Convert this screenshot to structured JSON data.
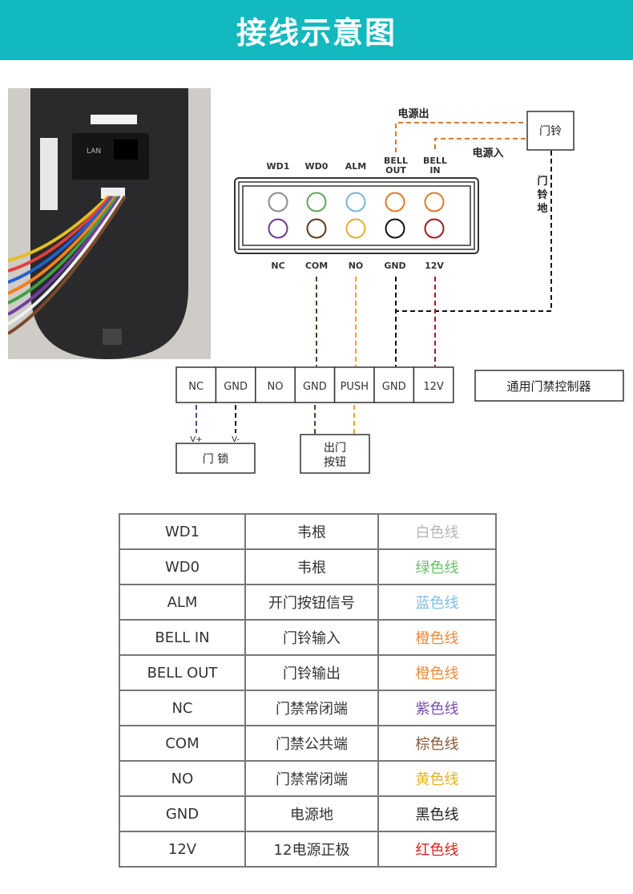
{
  "header": {
    "title": "接线示意图",
    "bg": "#12b9bf"
  },
  "photo": {
    "lan_label": "LAN"
  },
  "connector": {
    "top_labels": [
      "WD1",
      "WD0",
      "ALM",
      [
        "BELL",
        "OUT"
      ],
      [
        "BELL",
        "IN"
      ]
    ],
    "bottom_labels": [
      "NC",
      "COM",
      "NO",
      "GND",
      "12V"
    ],
    "top_colors": [
      "#8c8c8c",
      "#5fa75a",
      "#7ab4d6",
      "#e07b2b",
      "#e07b2b"
    ],
    "bottom_colors": [
      "#6a3b90",
      "#5a3a22",
      "#e0b030",
      "#111111",
      "#a01c22"
    ]
  },
  "bell": {
    "label": "门铃",
    "power_out": "电源出",
    "power_in": "电源入",
    "ground": [
      "门",
      "铃",
      "地"
    ]
  },
  "controller": {
    "terminals": [
      "NC",
      "GND",
      "NO",
      "GND",
      "PUSH",
      "GND",
      "12V"
    ],
    "label": "通用门禁控制器"
  },
  "lock": {
    "label": "门 锁",
    "v_plus": "V+",
    "v_minus": "V-"
  },
  "exit_button": {
    "label": [
      "出门",
      "按钮"
    ]
  },
  "table": {
    "rows": [
      {
        "pin": "WD1",
        "desc": "韦根",
        "color": "白色线",
        "hex": "#b5b5b5"
      },
      {
        "pin": "WD0",
        "desc": "韦根",
        "color": "绿色线",
        "hex": "#6cc06a"
      },
      {
        "pin": "ALM",
        "desc": "开门按钮信号",
        "color": "蓝色线",
        "hex": "#7ebfe6"
      },
      {
        "pin": "BELL IN",
        "desc": "门铃输入",
        "color": "橙色线",
        "hex": "#ee8a3a"
      },
      {
        "pin": "BELL OUT",
        "desc": "门铃输出",
        "color": "橙色线",
        "hex": "#ee8a3a"
      },
      {
        "pin": "NC",
        "desc": "门禁常闭端",
        "color": "紫色线",
        "hex": "#7a4ea8"
      },
      {
        "pin": "COM",
        "desc": "门禁公共端",
        "color": "棕色线",
        "hex": "#8a5a3a"
      },
      {
        "pin": "NO",
        "desc": "门禁常闭端",
        "color": "黄色线",
        "hex": "#e8b020"
      },
      {
        "pin": "GND",
        "desc": "电源地",
        "color": "黑色线",
        "hex": "#222222"
      },
      {
        "pin": "12V",
        "desc": "12电源正极",
        "color": "红色线",
        "hex": "#e02020"
      }
    ]
  }
}
